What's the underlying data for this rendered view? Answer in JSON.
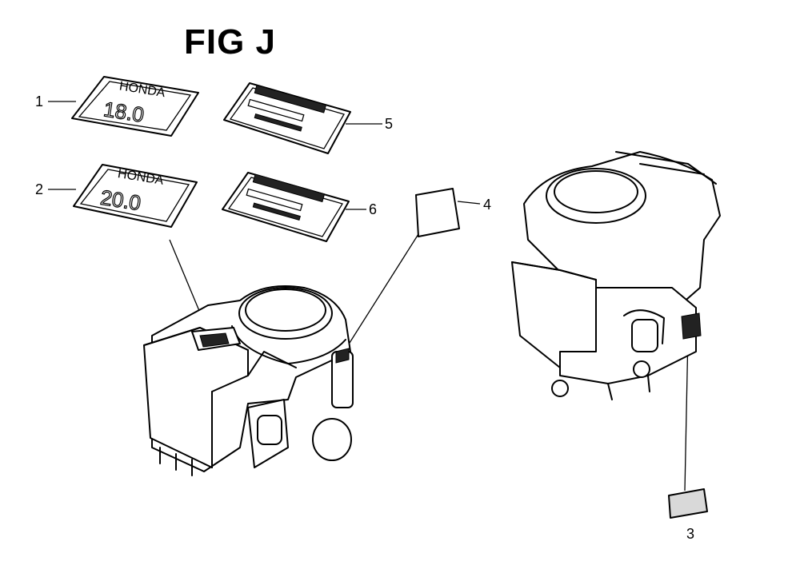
{
  "figure": {
    "title": "FIG J"
  },
  "callouts": [
    {
      "id": "1",
      "label": "1"
    },
    {
      "id": "2",
      "label": "2"
    },
    {
      "id": "3",
      "label": "3"
    },
    {
      "id": "4",
      "label": "4"
    },
    {
      "id": "5",
      "label": "5"
    },
    {
      "id": "6",
      "label": "6"
    }
  ],
  "parts": {
    "emblem_1": {
      "brand": "HONDA",
      "model": "18.0"
    },
    "emblem_2": {
      "brand": "HONDA",
      "model": "20.0"
    }
  },
  "colors": {
    "ink": "#000000",
    "paper": "#ffffff",
    "label_fill": "#d9d9d9"
  }
}
